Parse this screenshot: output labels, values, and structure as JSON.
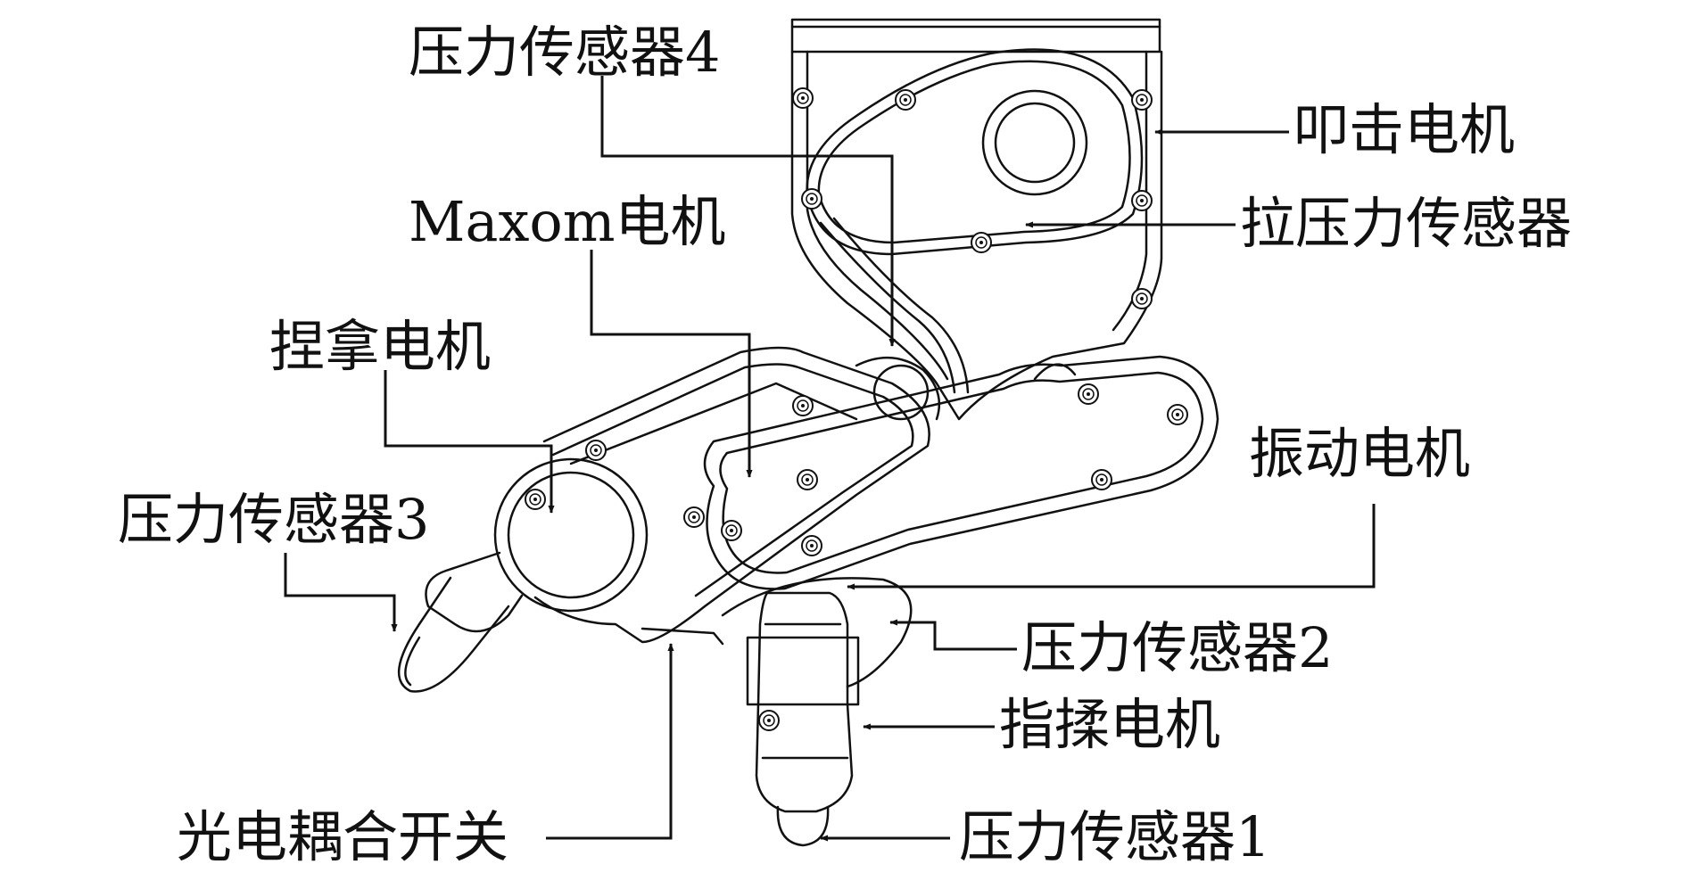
{
  "labels": {
    "pressure_sensor_4": "压力传感器4",
    "percussion_motor": "叩击电机",
    "tension_sensor": "拉压力传感器",
    "maxon_motor": "Maxom电机",
    "pinch_motor": "捏拿电机",
    "vibration_motor": "振动电机",
    "pressure_sensor_3": "压力传感器3",
    "pressure_sensor_2": "压力传感器2",
    "finger_knead_motor": "指揉电机",
    "photo_coupler_switch": "光电耦合开关",
    "pressure_sensor_1": "压力传感器1"
  },
  "colors": {
    "line": "#111111",
    "background": "#ffffff"
  }
}
